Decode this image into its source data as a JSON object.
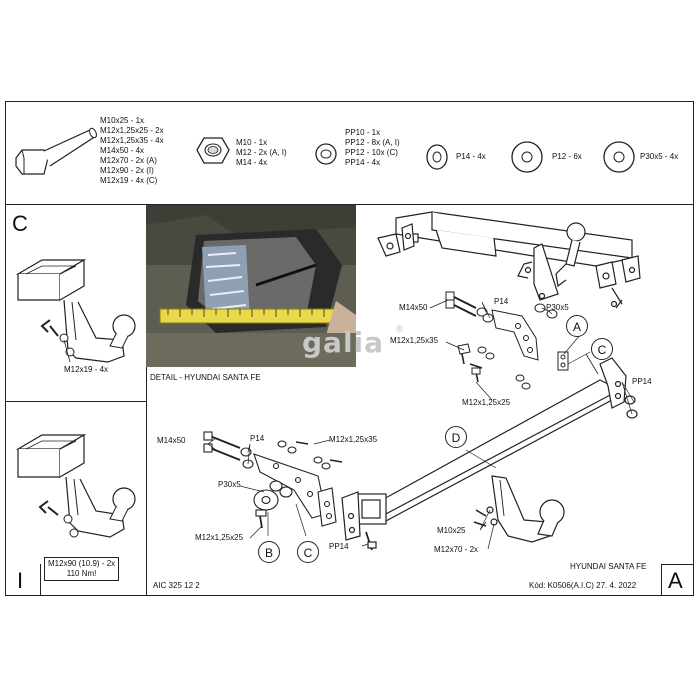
{
  "parts": {
    "bolts": [
      "M10x25 - 1x",
      "M12x1,25x25 - 2x",
      "M12x1,25x35 - 4x",
      "M14x50 - 4x",
      "M12x70 - 2x (A)",
      "M12x90 - 2x (I)",
      "M12x19 - 4x (C)"
    ],
    "nuts": [
      "M10 - 1x",
      "M12 - 2x (A, I)",
      "M14 - 4x"
    ],
    "washers_pp": [
      "PP10 - 1x",
      "PP12 - 8x (A, I)",
      "PP12 - 10x (C)",
      "PP14 - 4x"
    ],
    "washer_p14": "P14 - 4x",
    "washer_p12": "P12 - 6x",
    "washer_p30": "P30x5 - 4x"
  },
  "panels": {
    "c_letter": "C",
    "c_label": "M12x19 - 4x",
    "i_letter": "I",
    "i_label_line1": "M12x90 (10.9) - 2x",
    "i_label_line2": "110 Nm!",
    "code": "AIC 325 12 2",
    "photo_caption": "DETAIL - HYUNDAI SANTA FE",
    "watermark": "galia",
    "registered": "®"
  },
  "main": {
    "m14x50_top": "M14x50",
    "p14_top": "P14",
    "p30x5_top": "P30x5",
    "m12x125x35_top": "M12x1,25x35",
    "m12x125x25_top": "M12x1,25x25",
    "pp14_right": "PP14",
    "m14x50_left": "M14x50",
    "p14_left": "P14",
    "m12x125x35_left": "M12x1,25x35",
    "p30x5_left": "P30x5",
    "m12x125x25_left": "M12x1,25x25",
    "pp14_bottom": "PP14",
    "m10x25": "M10x25",
    "m12x70": "M12x70 - 2x",
    "callouts": {
      "a": "A",
      "b": "B",
      "c1": "C",
      "c2": "C",
      "d": "D"
    }
  },
  "footer": {
    "model": "HYUNDAI SANTA FE",
    "kod": "Kód: K0506(A.I.C)  27. 4. 2022",
    "letter": "A"
  }
}
